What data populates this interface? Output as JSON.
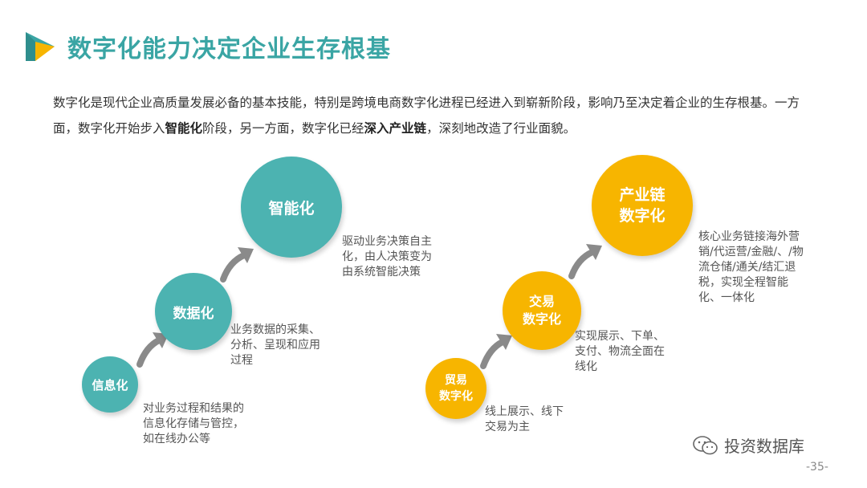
{
  "header": {
    "title": "数字化能力决定企业生存根基"
  },
  "intro": {
    "part1": "数字化是现代企业高质量发展必备的基本技能，特别是跨境电商数字化进程已经进入到崭新阶段，影响乃至决定着企业的生存根基。一方面，数字化开始步入",
    "bold1": "智能化",
    "part2": "阶段，另一方面，数字化已经",
    "bold2": "深入产业链",
    "part3": "，深刻地改造了行业面貌。"
  },
  "left_track": {
    "stage1": {
      "label": "信息化",
      "desc": "对业务过程和结果的信息化存储与管控，如在线办公等"
    },
    "stage2": {
      "label": "数据化",
      "desc": "业务数据的采集、分析、呈现和应用过程"
    },
    "stage3": {
      "label": "智能化",
      "desc": "驱动业务决策自主化，由人决策变为由系统智能决策"
    }
  },
  "right_track": {
    "stage1": {
      "label": "贸易\n数字化",
      "desc": "线上展示、线下交易为主"
    },
    "stage2": {
      "label": "交易\n数字化",
      "desc": "实现展示、下单、支付、物流全面在线化"
    },
    "stage3": {
      "label": "产业链\n数字化",
      "desc": "核心业务链接海外营销/代运营/金融/、/物流仓储/通关/结汇退税，实现全程智能化、一体化"
    }
  },
  "colors": {
    "teal": "#4cb3b1",
    "gold": "#f7b500",
    "arrow": "#8a8a8a",
    "title": "#3aa5a4"
  },
  "footer": {
    "watermark": "投资数据库",
    "watermark_icon": "wechat-icon",
    "page_number": "-35-"
  }
}
